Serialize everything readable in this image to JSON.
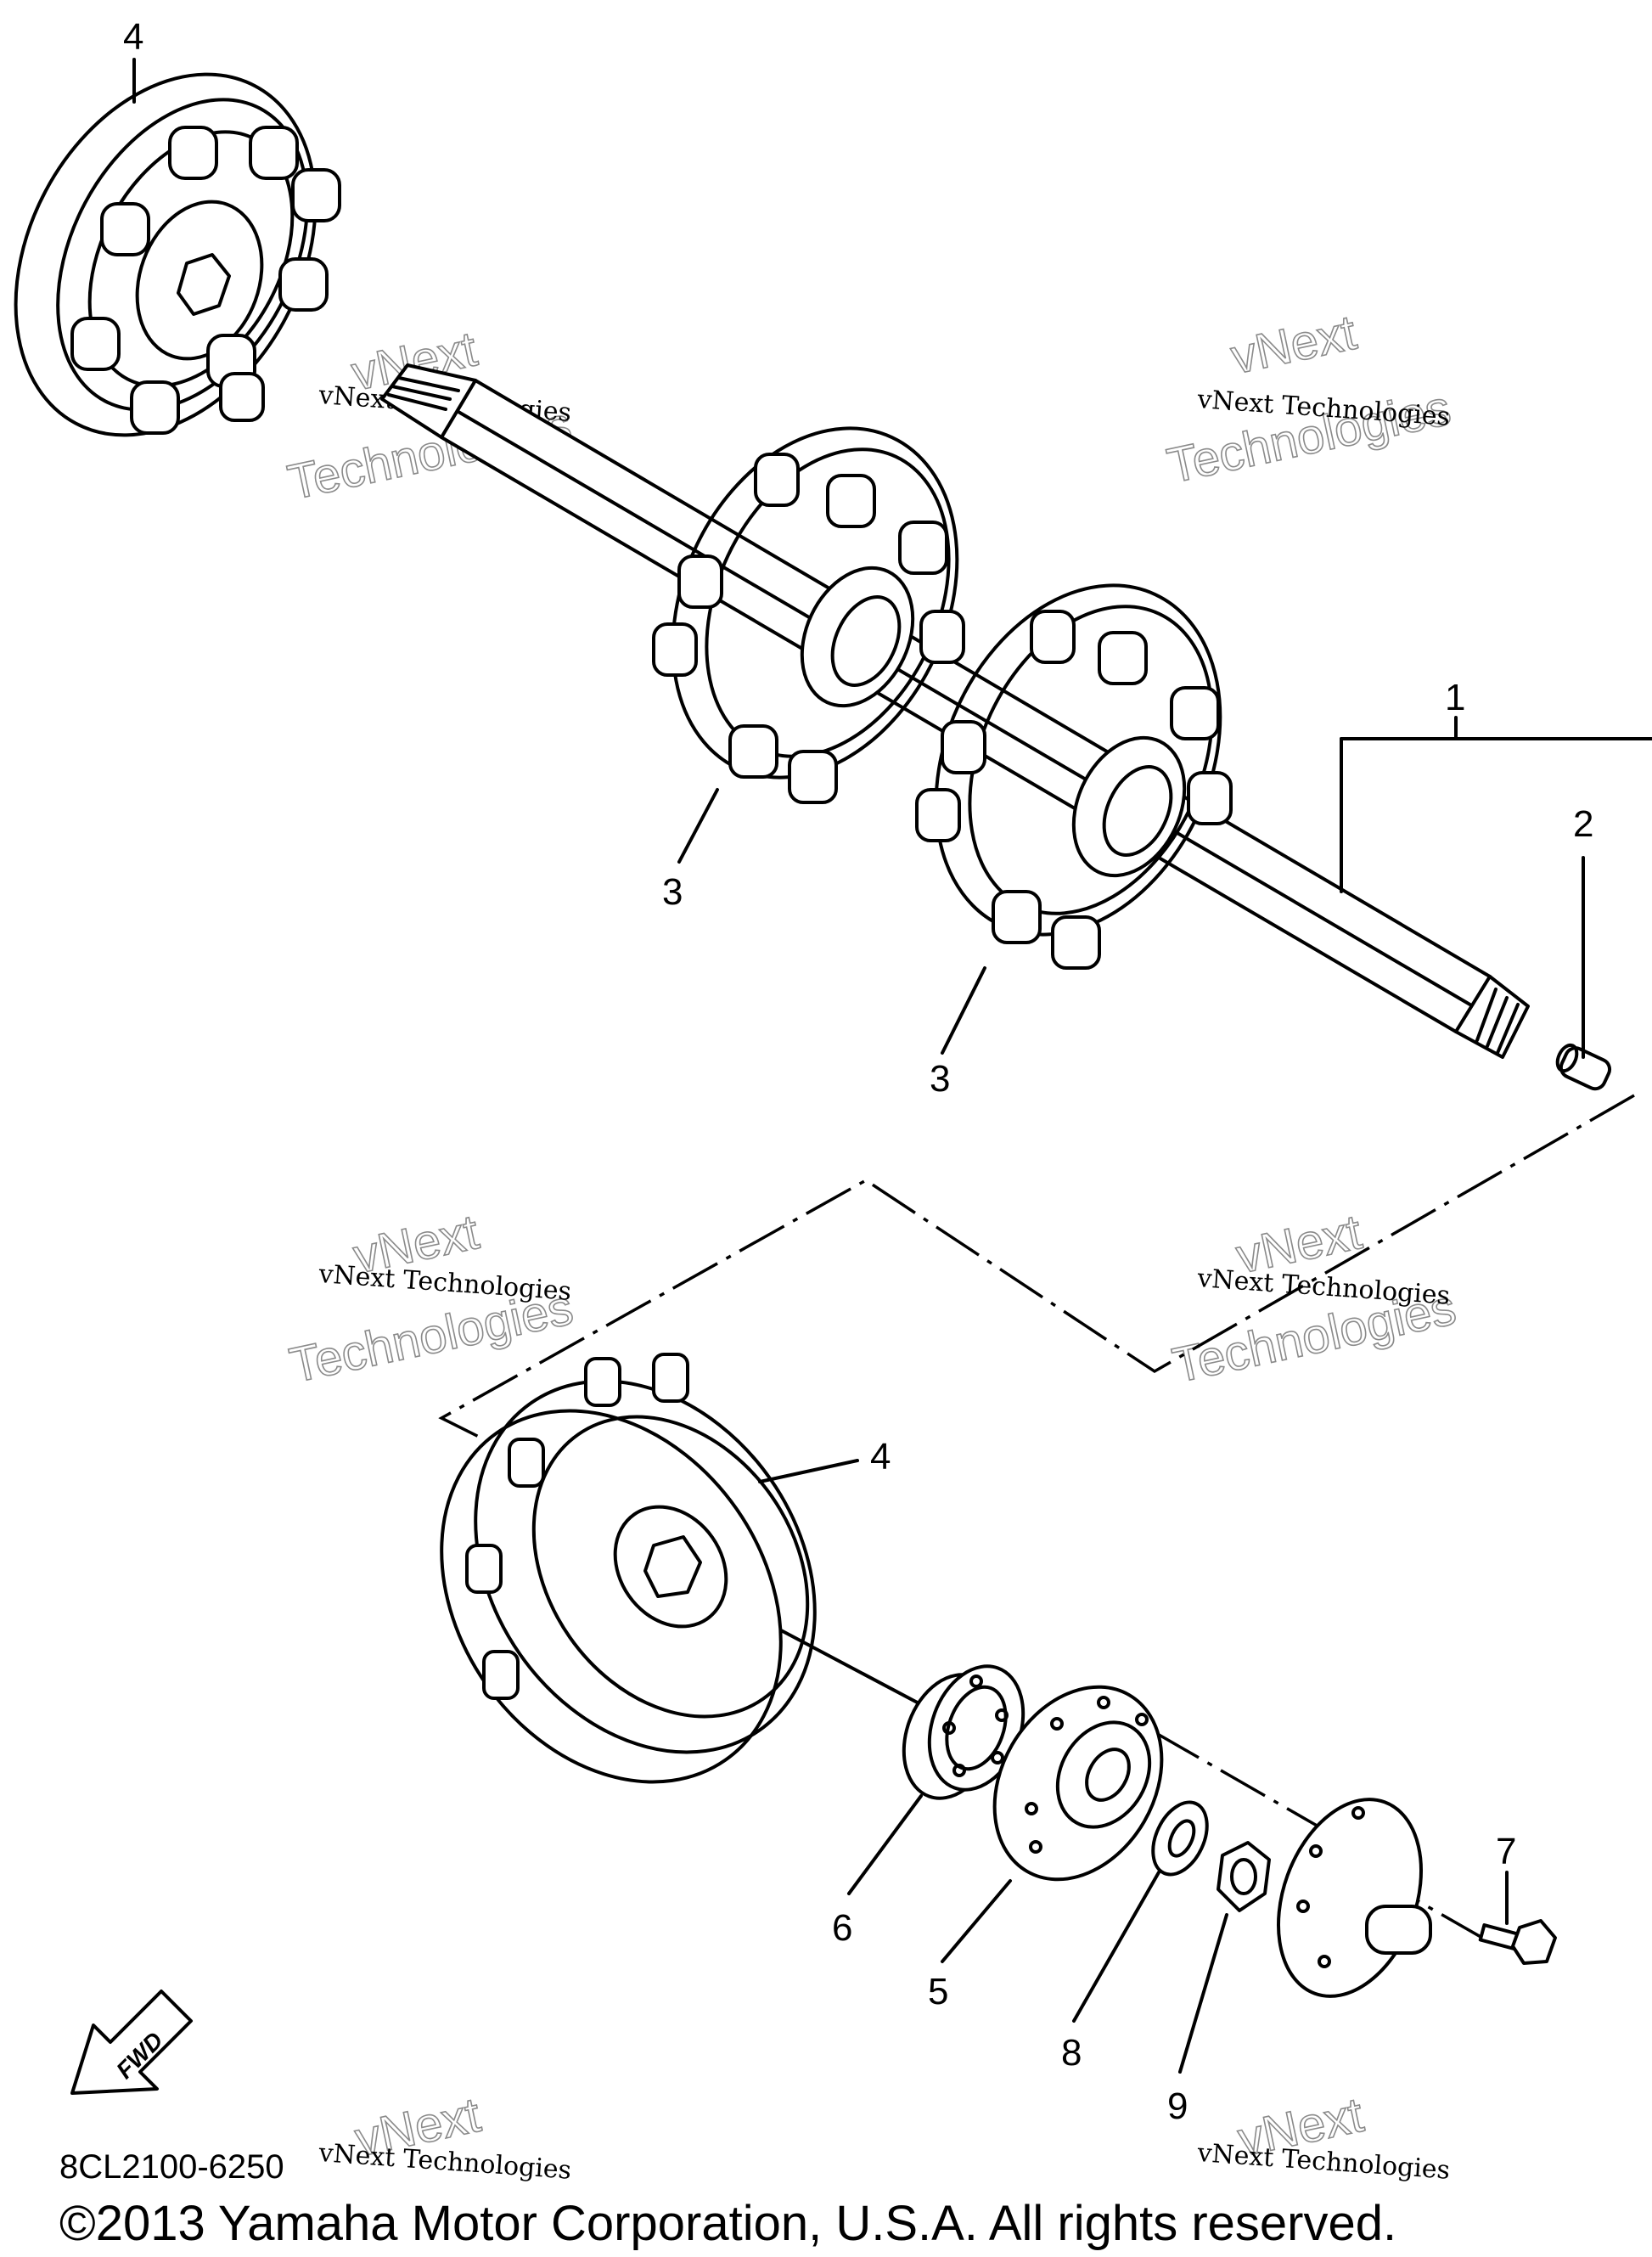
{
  "callouts": {
    "c1": "1",
    "c2": "2",
    "c3a": "3",
    "c3b": "3",
    "c4_top": "4",
    "c4_bottom": "4",
    "c5": "5",
    "c6": "6",
    "c7": "7",
    "c8": "8",
    "c9": "9"
  },
  "fwd_label": "FWD",
  "watermark": {
    "small_text": "vNext Technologies",
    "big_line1": "vNext",
    "big_line2": "Technologies"
  },
  "part_code": "8CL2100-6250",
  "copyright": "©2013 Yamaha Motor Corporation, U.S.A. All rights reserved."
}
